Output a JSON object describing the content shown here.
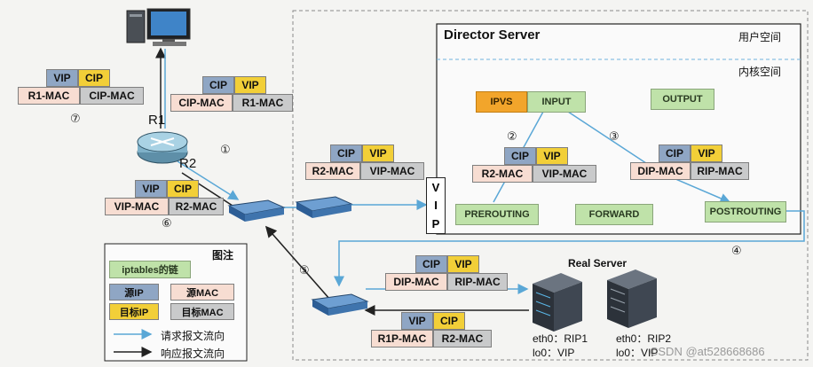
{
  "director": {
    "title": "Director Server",
    "user_space": "用户空间",
    "kernel_space": "内核空间"
  },
  "chains": {
    "ipvs": "IPVS",
    "input": "INPUT",
    "output": "OUTPUT",
    "prerouting": "PREROUTING",
    "forward": "FORWARD",
    "postrouting": "POSTROUTING"
  },
  "vip_letters": [
    "V",
    "I",
    "P"
  ],
  "packets": {
    "p7": [
      "VIP",
      "CIP",
      "R1-MAC",
      "CIP-MAC"
    ],
    "p1": [
      "CIP",
      "VIP",
      "CIP-MAC",
      "R1-MAC"
    ],
    "p6": [
      "VIP",
      "CIP",
      "VIP-MAC",
      "R2-MAC"
    ],
    "p_sw": [
      "CIP",
      "VIP",
      "R2-MAC",
      "VIP-MAC"
    ],
    "p2": [
      "CIP",
      "VIP",
      "R2-MAC",
      "VIP-MAC"
    ],
    "p3": [
      "CIP",
      "VIP",
      "DIP-MAC",
      "RIP-MAC"
    ],
    "p4": [
      "CIP",
      "VIP",
      "DIP-MAC",
      "RIP-MAC"
    ],
    "p5": [
      "VIP",
      "CIP",
      "R1P-MAC",
      "R2-MAC"
    ]
  },
  "numbers": {
    "n1": "①",
    "n2": "②",
    "n3": "③",
    "n4": "④",
    "n5": "⑤",
    "n6": "⑥",
    "n7": "⑦"
  },
  "router": {
    "r1": "R1",
    "r2": "R2"
  },
  "legend": {
    "title": "图注",
    "chain": "iptables的链",
    "src_ip": "源IP",
    "src_mac": "源MAC",
    "dst_ip": "目标IP",
    "dst_mac": "目标MAC",
    "request": "请求报文流向",
    "response": "响应报文流向"
  },
  "real_server": {
    "title": "Real Server",
    "rs1_eth": "eth0：RIP1",
    "rs1_lo": "lo0：VIP",
    "rs2_eth": "eth0：RIP2",
    "rs2_lo": "lo0：VIP"
  },
  "watermark": "CSDN @at528668686",
  "colors": {
    "request": "#5aa7d6",
    "response": "#222222"
  }
}
